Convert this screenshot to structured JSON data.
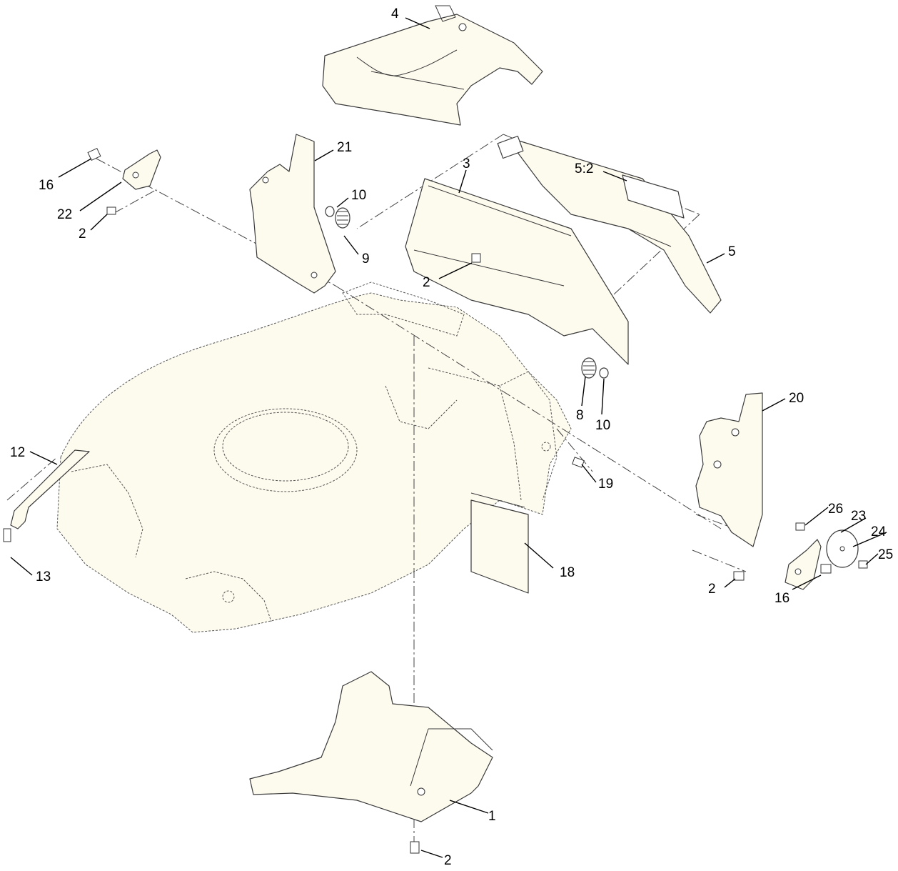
{
  "callouts": [
    "1",
    "2",
    "3",
    "4",
    "5",
    "5:2",
    "8",
    "9",
    "10",
    "12",
    "13",
    "16",
    "18",
    "19",
    "20",
    "21",
    "22",
    "23",
    "24",
    "25",
    "26"
  ]
}
